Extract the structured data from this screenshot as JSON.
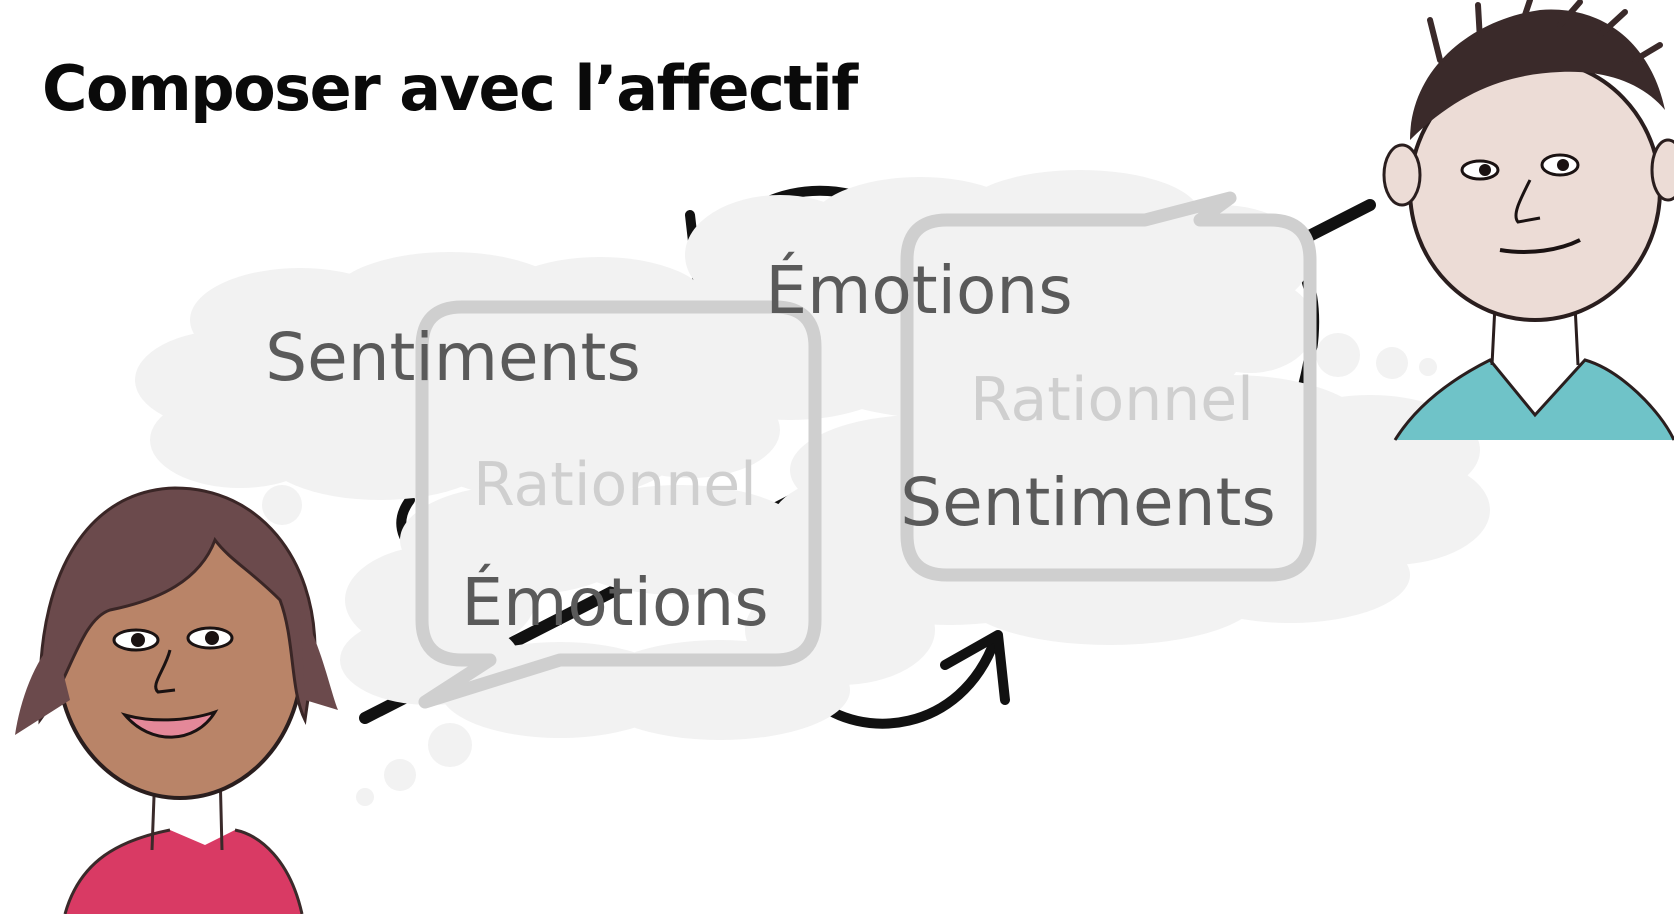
{
  "title": "Composer avec l’affectif",
  "diagram": {
    "left_bubble": {
      "thought_label": "Sentiments",
      "speech_faint_label": "Rationnel",
      "speech_label": "Émotions"
    },
    "right_bubble": {
      "thought_label": "Émotions",
      "speech_faint_label": "Rationnel",
      "speech_label": "Sentiments"
    }
  },
  "colors": {
    "cloud": "#f2f2f2",
    "speech_border": "#cfcfcf",
    "label": "#5a5a5a",
    "faint_label": "#cfcfcf",
    "arrow": "#111111",
    "woman_skin": "#b98468",
    "woman_hair": "#6b4a4c",
    "woman_shirt": "#d93a64",
    "man_skin": "#ecdcd6",
    "man_shirt": "#6fc3c8"
  },
  "icons": [
    "woman-avatar",
    "man-avatar",
    "cycle-arrow-icon"
  ]
}
